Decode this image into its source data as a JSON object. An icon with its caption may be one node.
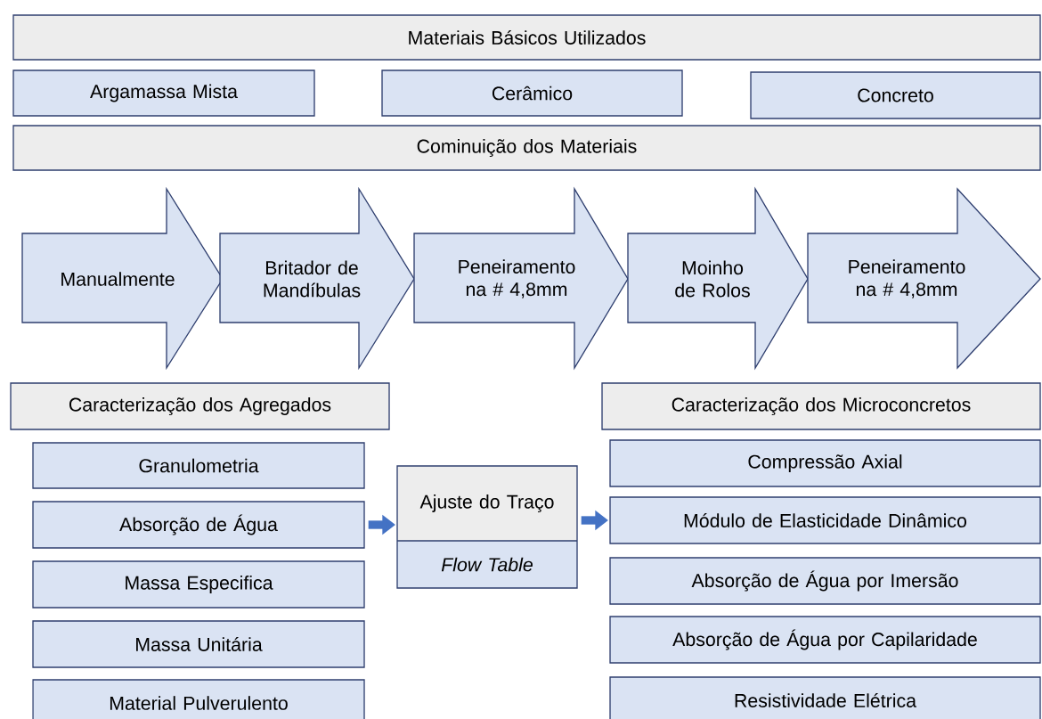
{
  "diagram": {
    "nodes": [
      {
        "text": [
          "Materiais Básicos Utilizados"
        ]
      },
      {
        "text": [
          "Argamassa Mista"
        ]
      },
      {
        "text": [
          "Cerâmico"
        ]
      },
      {
        "text": [
          "Concreto"
        ]
      },
      {
        "text": [
          "Cominuição dos Materiais"
        ]
      },
      {
        "text": [
          "Manualmente"
        ]
      },
      {
        "text": [
          "Britador de Mandíbulas"
        ]
      },
      {
        "text": [
          "Peneiramento na # 4,8mm"
        ]
      },
      {
        "text": [
          "Moinho de Rolos"
        ]
      },
      {
        "text": [
          "Peneiramento na # 4,8mm"
        ]
      },
      {
        "text": [
          "Caracterização dos Agregados"
        ]
      },
      {
        "text": [
          "Granulometria"
        ]
      },
      {
        "text": [
          "Absorção de Água"
        ]
      },
      {
        "text": [
          "Massa Especifica"
        ]
      },
      {
        "text": [
          "Massa Unitária"
        ]
      },
      {
        "text": [
          "Material Pulverulento"
        ]
      },
      {
        "text": [
          "Ajuste do Traço",
          "Flow Table"
        ]
      },
      {
        "text": [
          "Caracterização dos Microconcretos"
        ]
      },
      {
        "text": [
          "Compressão Axial"
        ]
      },
      {
        "text": [
          "Módulo de Elasticidade Dinâmico"
        ]
      },
      {
        "text": [
          "Absorção de Água por Imersão"
        ]
      },
      {
        "text": [
          "Absorção de Água por Capilaridade"
        ]
      },
      {
        "text": [
          "Resistividade Elétrica"
        ]
      }
    ],
    "edges": [
      {
        "from": 12,
        "to": 16,
        "arrow": "to"
      },
      {
        "from": 16,
        "to": 19,
        "arrow": "to"
      }
    ]
  }
}
